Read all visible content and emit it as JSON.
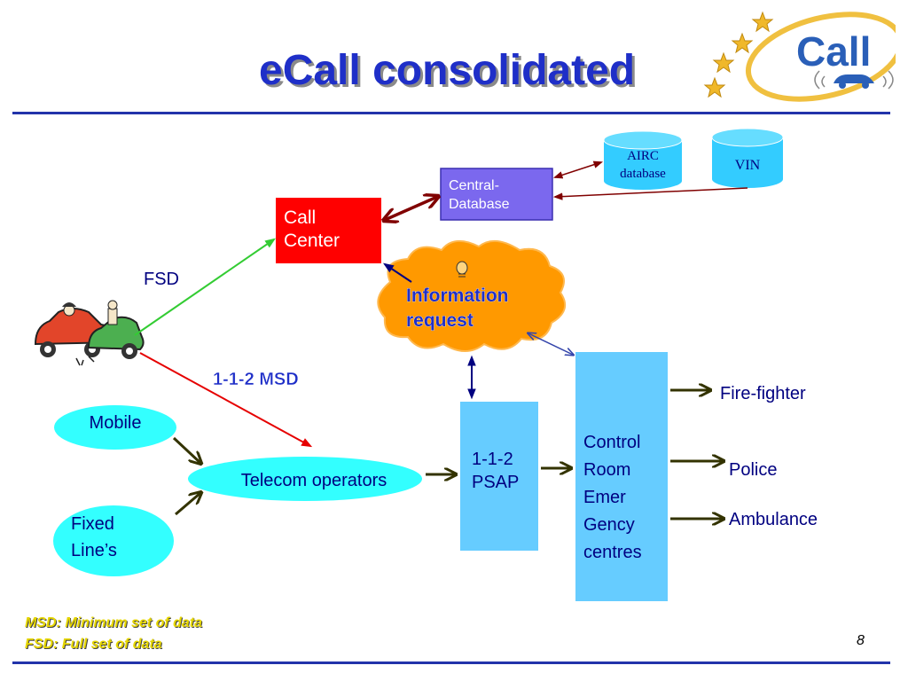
{
  "title": "eCall consolidated",
  "logo": {
    "text": "Call",
    "icon": "ecall-logo-stars-car"
  },
  "nodes": {
    "call_center": "Call\nCenter",
    "central_database": "Central-\nDatabase",
    "airc_database": "AIRC\ndatabase",
    "vin": "VIN",
    "information_request": "Information\nrequest",
    "mobile": "Mobile",
    "fixed_lines": "Fixed\nLine’s",
    "telecom_operators": "Telecom operators",
    "psap": "1-1-2\nPSAP",
    "control_room": "Control\nRoom\nEmer\nGency\ncentres",
    "fire_fighter": "Fire-fighter",
    "police": "Police",
    "ambulance": "Ambulance"
  },
  "edge_labels": {
    "fsd": "FSD",
    "msd": "1-1-2 MSD"
  },
  "legend": {
    "msd": "MSD: Minimum set of data",
    "fsd": "FSD: Full set of data"
  },
  "page_number": "8",
  "colors": {
    "title": "#1f2fc8",
    "call_center": "#ff0000",
    "central_database": "#7b68ee",
    "cylinder": "#33ccff",
    "cloud": "#ff9900",
    "ellipse": "#33ccff",
    "control_box": "#66ccff",
    "arrow_dark": "#333300",
    "arrow_maroon": "#800000",
    "arrow_navy": "#000080",
    "line_green": "#33cc33",
    "line_red": "#e60000",
    "legend": "#e6d600",
    "rule": "#2233aa"
  }
}
